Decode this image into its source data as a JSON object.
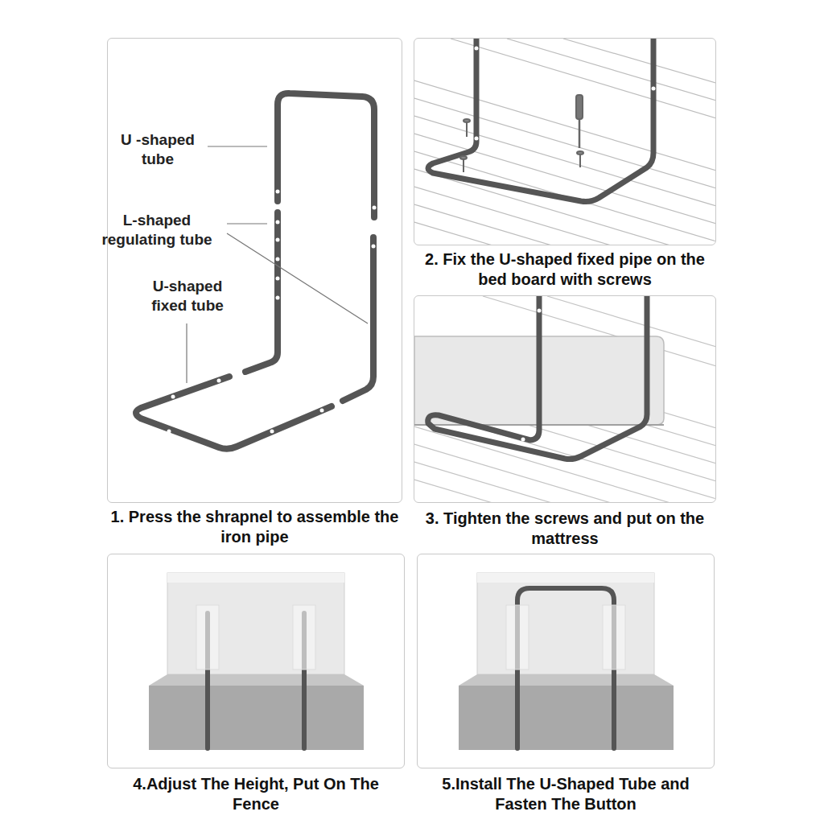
{
  "diagram": {
    "nodes": [
      {
        "text": [
          "1. Press the shrapnel to assemble the iron pipe"
        ]
      },
      {
        "text": [
          "2. Fix the U-shaped fixed pipe on the bed board with screws"
        ]
      },
      {
        "text": [
          "3. Tighten the screws and put on the mattress"
        ]
      },
      {
        "text": [
          "4.Adjust The Height, Put On The Fence"
        ]
      },
      {
        "text": [
          "5.Install The U-Shaped Tube and Fasten The Button"
        ]
      }
    ],
    "labels": [
      "U -shaped tube",
      "L-shaped regulating tube",
      "U-shaped fixed tube"
    ]
  }
}
